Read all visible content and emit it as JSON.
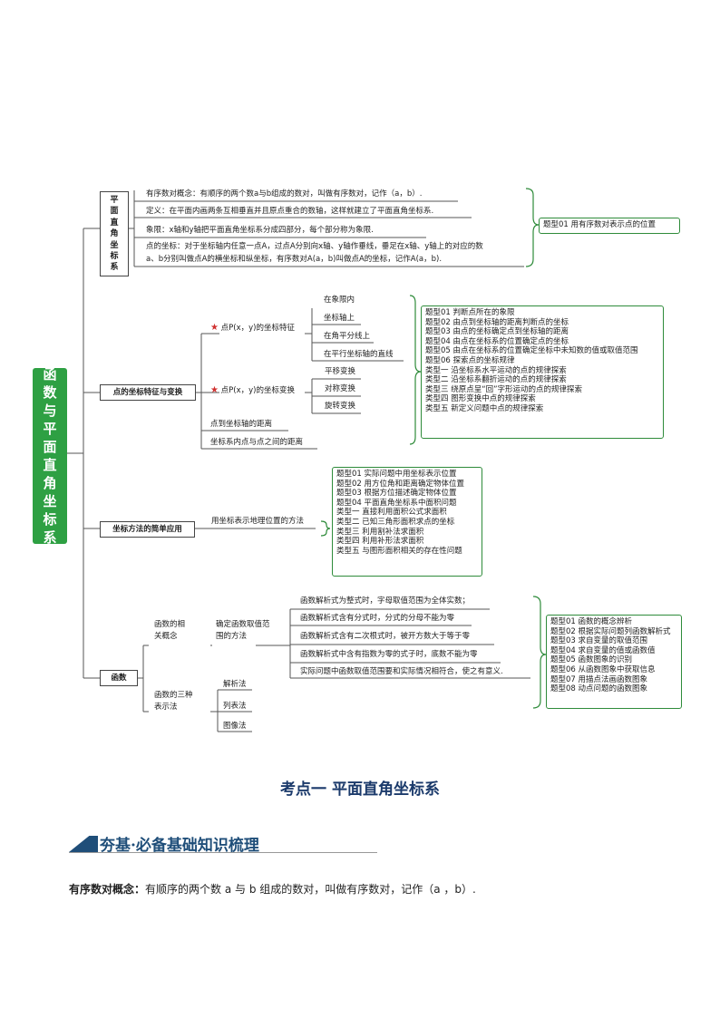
{
  "root": [
    "函",
    "数",
    "与",
    "平",
    "面",
    "直",
    "角",
    "坐",
    "标",
    "系"
  ],
  "branch1": {
    "label": [
      "平",
      "面",
      "直",
      "角",
      "坐",
      "标",
      "系"
    ],
    "items": [
      "有序数对概念：有顺序的两个数a与b组成的数对，叫做有序数对，记作（a，b）.",
      "定义：在平面内画两条互相垂直并且原点重合的数轴，这样就建立了平面直角坐标系.",
      "象限：x轴和y轴把平面直角坐标系分成四部分，每个部分称为象限.",
      "点的坐标：对于坐标轴内任意一点A，过点A分别向x轴、y轴作垂线，垂足在x轴、y轴上的对应的数",
      "a、b分别叫做点A的横坐标和纵坐标，有序数对A(a，b)叫做点A的坐标，记作A(a，b)."
    ],
    "types": [
      "题型01 用有序数对表示点的位置"
    ]
  },
  "branch2": {
    "label": "点的坐标特征与变换",
    "sub1": "点P(x，y)的坐标特征",
    "sub1_items": [
      "在象限内",
      "坐标轴上",
      "在角平分线上",
      "在平行坐标轴的直线"
    ],
    "sub2": "点P(x，y)的坐标变换",
    "sub2_items": [
      "平移变换",
      "对称变换",
      "旋转变换"
    ],
    "sub3": "点到坐标轴的距离",
    "sub4": "坐标系内点与点之间的距离",
    "types": [
      "题型01  判断点所在的象限",
      "题型02  由点到坐标轴的距离判断点的坐标",
      "题型03  由点的坐标确定点到坐标轴的距离",
      "题型04  由点在坐标系的位置确定点的坐标",
      "题型05  由点在坐标系的位置确定坐标中未知数的值或取值范围",
      "题型06  探索点的坐标规律",
      "类型一  沿坐标系水平运动的点的规律探索",
      "类型二  沿坐标系翻折运动的点的规律探索",
      "类型三  绕原点呈“回”字形运动的点的规律探索",
      "类型四  图形变换中点的规律探索",
      "类型五  新定义问题中点的规律探索"
    ]
  },
  "branch3": {
    "label": "坐标方法的简单应用",
    "sub": "用坐标表示地理位置的方法",
    "types": [
      "题型01  实际问题中用坐标表示位置",
      "题型02  用方位角和距离确定物体位置",
      "题型03  根据方位描述确定物体位置",
      "题型04  平面直角坐标系中面积问题",
      "类型一  直接利用面积公式求面积",
      "类型二  已知三角形面积求点的坐标",
      "类型三  利用割补法求面积",
      "类型四  利用补形法求面积",
      "类型五  与图形面积相关的存在性问题"
    ]
  },
  "branch4": {
    "label": "函数",
    "sub1": "函数的相关概念",
    "sub1_line1": "函数的相",
    "sub1_line2": "关概念",
    "sub1_child_line1": "确定函数取值范",
    "sub1_child_line2": "围的方法",
    "range_items": [
      "函数解析式为整式时，字母取值范围为全体实数；",
      "函数解析式含有分式时，分式的分母不能为零",
      "函数解析式含有二次根式时，被开方数大于等于零",
      "函数解析式中含有指数为零的式子时，底数不能为零",
      "实际问题中函数取值范围要和实际情况相符合，使之有意义."
    ],
    "sub2_line1": "函数的三种",
    "sub2_line2": "表示法",
    "sub2_items": [
      "解析法",
      "列表法",
      "图像法"
    ],
    "types": [
      "题型01  函数的概念辨析",
      "题型02  根据实际问题列函数解析式",
      "题型03  求自变量的取值范围",
      "题型04  求自变量的值或函数值",
      "题型05  函数图象的识别",
      "题型06  从函数图象中获取信息",
      "题型07  用描点法画函数图象",
      "题型08  动点问题的函数图象"
    ]
  },
  "heading": "考点一    平面直角坐标系",
  "banner": "夯基·必备基础知识梳理",
  "para_bold": "有序数对概念：",
  "para_text": "有顺序的两个数 a 与 b 组成的数对，叫做有序数对，记作（a ，b）."
}
